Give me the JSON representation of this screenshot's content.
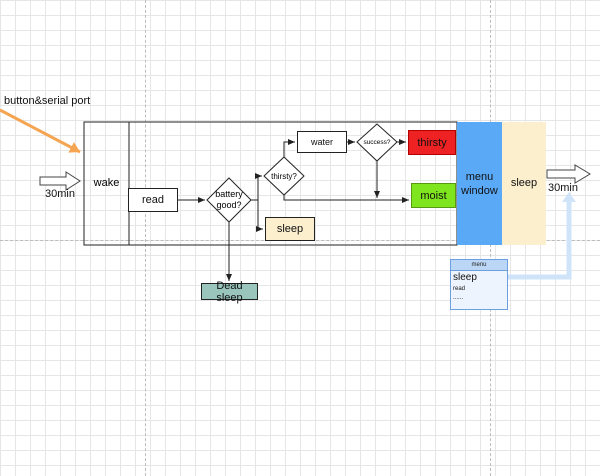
{
  "labels": {
    "source": "button&serial port",
    "input_interval": "30min",
    "output_interval": "30min"
  },
  "nodes": {
    "wake": "wake",
    "read": "read",
    "battery": "battery\ngood?",
    "thirsty_q": "thirsty?",
    "water": "water",
    "success": "success?",
    "thirsty": "thirsty",
    "moist": "moist",
    "sleep_small": "sleep",
    "dead_sleep": "Dead sleep",
    "menu_window": "menu\nwindow",
    "sleep_big": "sleep"
  },
  "menu_popup": {
    "title": "menu",
    "item_selected": "sleep",
    "item_2": "read",
    "item_3": "......"
  },
  "colors": {
    "thirsty": "#ee2222",
    "moist": "#7ee51e",
    "menu_window": "#5aa9f7",
    "sleep": "#fcefce",
    "dead_sleep": "#9ac5bd",
    "source_arrow": "#f5a552",
    "menu_link": "#cfe4f8"
  }
}
